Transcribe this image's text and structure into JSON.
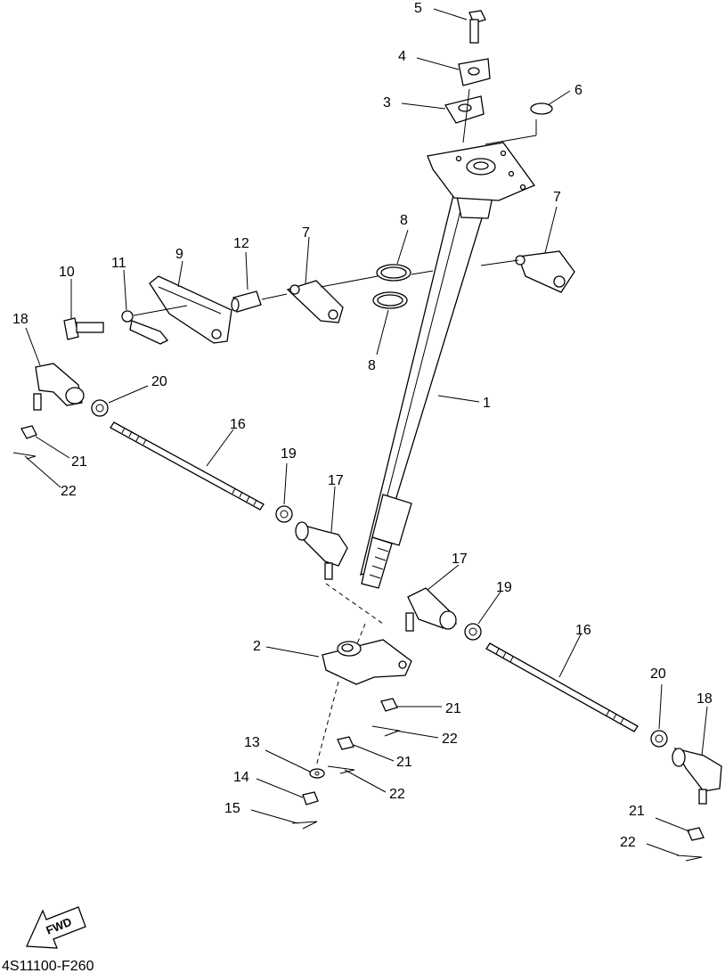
{
  "diagram": {
    "doc_code": "4S11100-F260",
    "fwd_label": "FWD",
    "callouts": [
      "5",
      "4",
      "3",
      "6",
      "7",
      "7",
      "8",
      "8",
      "12",
      "9",
      "11",
      "10",
      "18",
      "20",
      "1",
      "16",
      "21",
      "22",
      "19",
      "17",
      "17",
      "19",
      "2",
      "16",
      "20",
      "18",
      "21",
      "22",
      "21",
      "13",
      "22",
      "14",
      "15",
      "21",
      "22"
    ]
  }
}
